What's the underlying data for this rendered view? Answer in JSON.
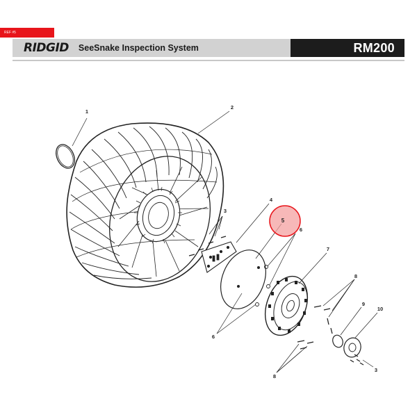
{
  "header": {
    "ref_tag": "REF #5",
    "brand": "RIDGID",
    "title": "SeeSnake Inspection System",
    "model": "RM200"
  },
  "callouts": {
    "c1": "1",
    "c2": "2",
    "c3a": "3",
    "c3b": "3",
    "c4": "4",
    "c5": "5",
    "c6a": "6",
    "c6b": "6",
    "c7": "7",
    "c8a": "8",
    "c8b": "8",
    "c9": "9",
    "c10": "10"
  },
  "colors": {
    "ref_tag": "#e8151b",
    "header_bar": "#d2d2d2",
    "model_bar": "#1c1c1c",
    "highlight_fill": "#f4a0a0",
    "highlight_stroke": "#e8151b"
  },
  "highlighted_part": "5"
}
